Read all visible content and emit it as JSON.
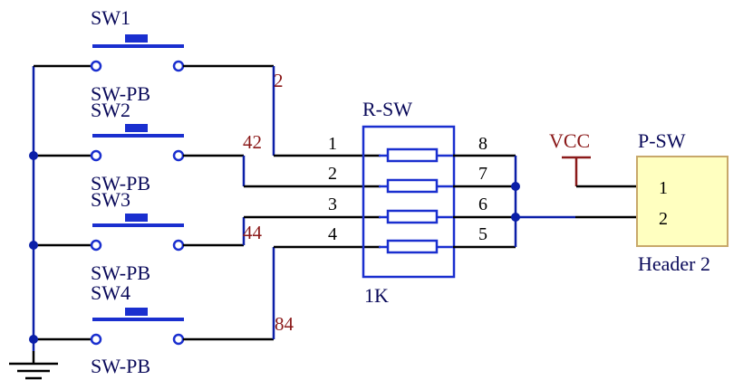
{
  "colors": {
    "wire_black": "#000000",
    "wire_blue": "#0b1fa8",
    "component_blue": "#1a2fcf",
    "net_label": "#8b1a1a",
    "text_dark": "#0a0a5a",
    "header_fill": "#ffffc0",
    "header_border": "#c8a86a"
  },
  "switches": [
    {
      "designator": "SW1",
      "comment": "SW-PB"
    },
    {
      "designator": "SW2",
      "comment": "SW-PB"
    },
    {
      "designator": "SW3",
      "comment": "SW-PB"
    },
    {
      "designator": "SW4",
      "comment": "SW-PB"
    }
  ],
  "net_labels": [
    "2",
    "42",
    "44",
    "84"
  ],
  "resistor_network": {
    "designator": "R-SW",
    "value": "1K",
    "left_pins": [
      "1",
      "2",
      "3",
      "4"
    ],
    "right_pins": [
      "8",
      "7",
      "6",
      "5"
    ]
  },
  "power": {
    "label": "VCC"
  },
  "header": {
    "designator": "P-SW",
    "comment": "Header 2",
    "pins": [
      "1",
      "2"
    ]
  }
}
